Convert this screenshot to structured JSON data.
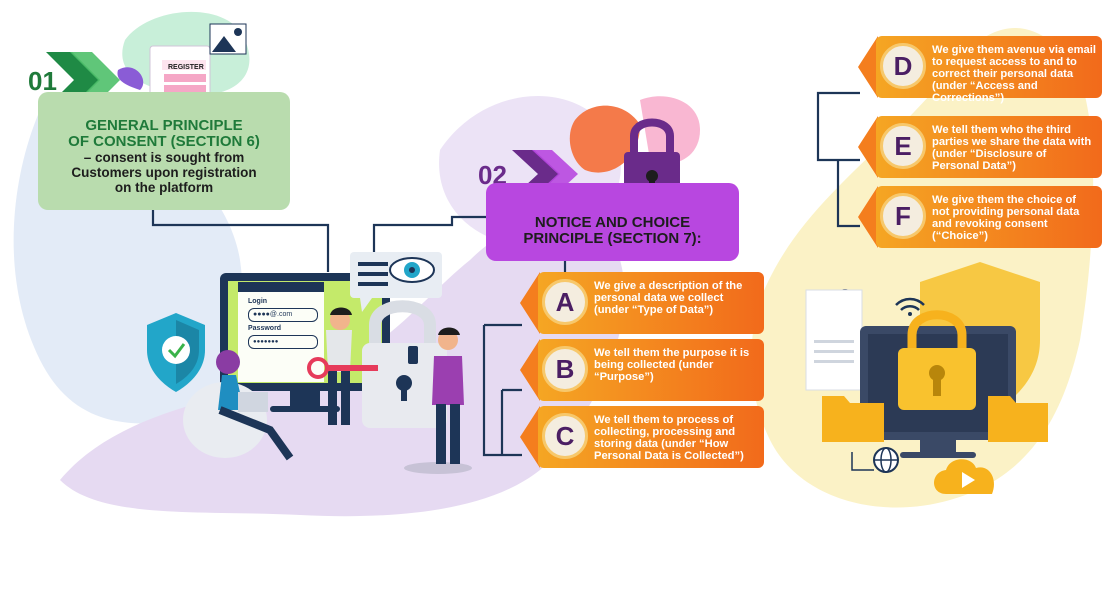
{
  "section1": {
    "number": "01",
    "title_line1": "GENERAL PRINCIPLE",
    "title_line2": "OF CONSENT (SECTION 6)",
    "body_line1": "– consent is sought from",
    "body_line2": "Customers upon registration",
    "body_line3": "on the platform",
    "register_label": "REGISTER"
  },
  "section2": {
    "number": "02",
    "title_line1": "NOTICE AND CHOICE",
    "title_line2": "PRINCIPLE (SECTION 7):"
  },
  "login_screen": {
    "login_label": "Login",
    "login_value": "●●●●@.com",
    "password_label": "Password",
    "password_value": "●●●●●●●"
  },
  "cards": [
    {
      "letter": "A",
      "text": "We give a description of the personal data we collect (under “Type of Data”)"
    },
    {
      "letter": "B",
      "text": "We tell them the purpose it is being collected (under “Purpose”)"
    },
    {
      "letter": "C",
      "text": "We tell them to process of collecting, processing and storing data (under “How Personal Data is Collected”)"
    },
    {
      "letter": "D",
      "text": "We give them avenue via email to request access to and to correct their personal data (under “Access and Corrections”)"
    },
    {
      "letter": "E",
      "text": "We tell them who the third parties we share the data with (under “Disclosure of Personal Data”)"
    },
    {
      "letter": "F",
      "text": "We give them the choice of not providing personal data and revoking consent (“Choice”)"
    }
  ],
  "colors": {
    "green": "#1f7a3a",
    "green_box": "#b9dcae",
    "purple": "#b847e0",
    "orange": "#f26a1b",
    "navy": "#1d3557"
  }
}
